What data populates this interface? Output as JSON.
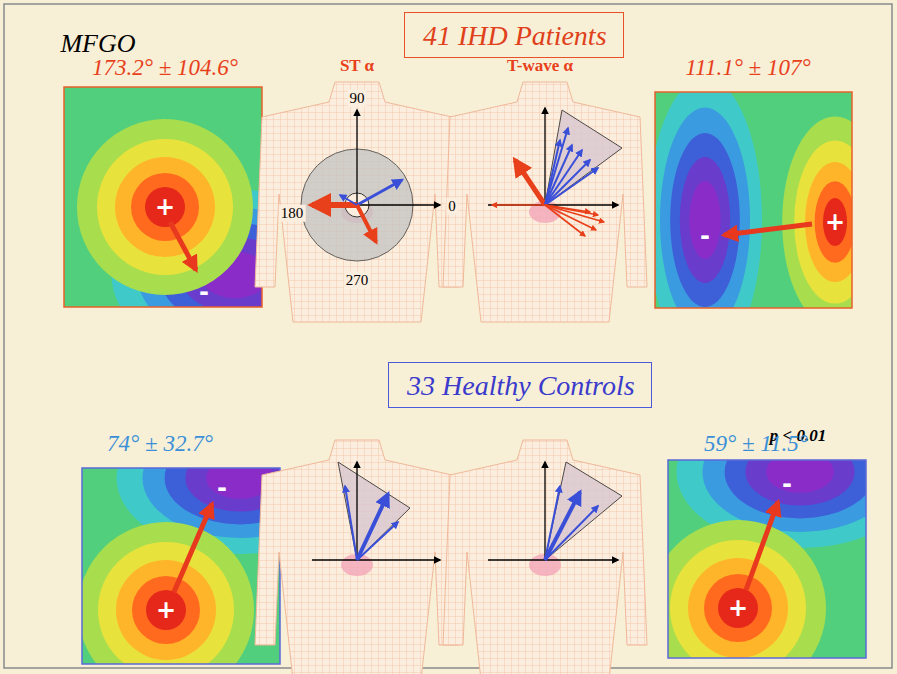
{
  "diagram": {
    "title": "MFGO",
    "nodes": [
      {
        "text": [
          "41 IHD Patients"
        ]
      },
      {
        "text": [
          "33 Healthy Controls"
        ]
      }
    ],
    "labels": [
      "173.2° ± 104.6°",
      "ST α",
      "T-wave α",
      "111.1° ± 107°",
      "90",
      "180",
      "0",
      "270",
      "+",
      "-",
      "-",
      "+",
      "p < 0.01",
      "74° ± 32.7°",
      "59° ± 11.5°",
      "-",
      "+",
      "-",
      "+"
    ]
  }
}
